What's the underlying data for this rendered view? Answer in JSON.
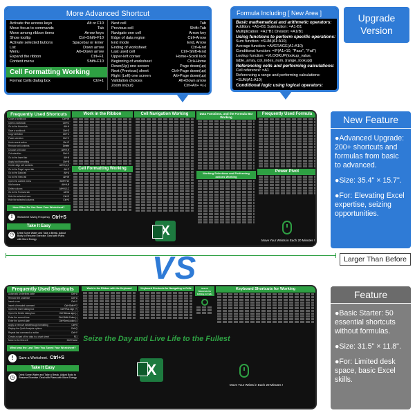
{
  "callout_left": {
    "title": "More Advanced Shortcut",
    "rows": [
      [
        "Activate the access keys",
        "Alt or F10"
      ],
      [
        "Move focus to commands",
        "Tab"
      ],
      [
        "Move among ribbon items",
        "Arrow keys"
      ],
      [
        "Show tooltip",
        "Ctrl+Shift+F10"
      ],
      [
        "Activate selected buttons",
        "Spacebar or Enter"
      ],
      [
        "List",
        "Down arrow"
      ],
      [
        "Menu",
        "Alt+Down arrow"
      ],
      [
        "Expand the ribbon",
        "Ctrl+F1"
      ],
      [
        "Context menu",
        "Shift+F10"
      ]
    ],
    "section_title": "Cell Formatting Working",
    "footer_row": [
      "Format Cells dialog box",
      "Ctrl+1"
    ],
    "right_rows": [
      [
        "Next cell",
        "Tab"
      ],
      [
        "Previous cell",
        "Shift+Tab"
      ],
      [
        "Navigate one cell",
        "Arrow key"
      ],
      [
        "Edge of data region",
        "Ctrl+Arrow"
      ],
      [
        "End mode",
        "End, Arrow"
      ],
      [
        "Ending of worksheet",
        "Ctrl+End"
      ],
      [
        "Last used cell",
        "Ctrl+Shift+End"
      ],
      [
        "Upper-left corner",
        "Home+Scroll lock"
      ],
      [
        "Beginning of worksheet",
        "Ctrl+Home"
      ],
      [
        "Down(Up) one screen",
        "Page down(up)"
      ],
      [
        "Next (Previous) sheet",
        "Ctrl+Page down(up)"
      ],
      [
        "Right (Left) one screen",
        "Alt+Page down(up)"
      ],
      [
        "Validation choices",
        "Alt+Down arrow"
      ],
      [
        "Zoom in(out)",
        "Ctrl+Alt+ =(-)"
      ]
    ]
  },
  "callout_right": {
    "title": "Formula Including [ New Area ]",
    "lines": [
      {
        "t": "Basic mathematical and arithmetic operators:",
        "b": true
      },
      {
        "t": "Addition: =A1+B1        Subtraction: =A1-B1",
        "b": false
      },
      {
        "t": "Multiplication: =A1*B1        Division: =A1/B1",
        "b": false
      },
      {
        "t": "Using functions to perform specific operations:",
        "b": true
      },
      {
        "t": "Sum function: =SUM(A1:A10)",
        "b": false
      },
      {
        "t": "Average function: =AVERAGE(A1:A10)",
        "b": false
      },
      {
        "t": "Conditional function: =IF(A1>10, \"Pass\", \"Fail\")",
        "b": false
      },
      {
        "t": "Lookup function: =VLOOKUP(lookup_value,",
        "b": false
      },
      {
        "t": "table_array, col_index_num, [range_lookup])",
        "b": false
      },
      {
        "t": "Referencing cells and performing calculations:",
        "b": true
      },
      {
        "t": "Cell reference: =A1",
        "b": false
      },
      {
        "t": "Referencing a range and performing calculations:",
        "b": false
      },
      {
        "t": "=SUM(A1:A10)",
        "b": false
      },
      {
        "t": "Conditional logic using logical operators:",
        "b": true
      }
    ]
  },
  "upgrade_badge": {
    "line1": "Upgrade",
    "line2": "Version"
  },
  "pad_top": {
    "headers": [
      "Frequently Used Shortcuts",
      "Work in the Ribbon",
      "Cell Navigation Working",
      "Data Functions, and the Formula Bar Working",
      "Frequently Used Formula"
    ],
    "sub_headers": [
      "Cell Formatting Working",
      "Working Selections and Performing actions Working",
      "Power Pivot"
    ],
    "left_rows": [
      [
        "Close a workbook",
        "Ctrl+W"
      ],
      [
        "Open a workbook",
        "Ctrl+O"
      ],
      [
        "Go to the Home tab",
        "Alt+H"
      ],
      [
        "Save a workbook",
        "Ctrl+S"
      ],
      [
        "Copy selection",
        "Ctrl+C"
      ],
      [
        "Paste selection",
        "Ctrl+V"
      ],
      [
        "Undo recent action",
        "Ctrl+Z"
      ],
      [
        "Remove cell contents",
        "Delete"
      ],
      [
        "Choose a fill color",
        "Alt+H,H"
      ],
      [
        "Cut selection",
        "Ctrl+X"
      ],
      [
        "Go to the Insert tab",
        "Alt+N"
      ],
      [
        "Apply bold formatting",
        "Ctrl+B"
      ],
      [
        "Center align cell contents",
        "Alt+H,A,C"
      ],
      [
        "Go to the Page Layout tab",
        "Alt+P"
      ],
      [
        "Go to the Data tab",
        "Alt+A"
      ],
      [
        "Go to the View tab",
        "Alt+W"
      ],
      [
        "Open the context menu",
        "Shift+F10"
      ],
      [
        "Add borders",
        "Alt+H,B"
      ],
      [
        "Delete column",
        "Alt+H,D,C"
      ],
      [
        "Go to the Formula tab",
        "Alt+M"
      ],
      [
        "Hide the selected rows",
        "Ctrl+9"
      ],
      [
        "Hide the selected columns",
        "Ctrl+0"
      ]
    ],
    "worksheet_label": "How Often Do You Save Your Worksheet?",
    "save_text": "Worksheet Saving Frequency",
    "save_key": "Ctrl+S",
    "take_it_easy": "Take It Easy",
    "take_text": "Drink Some Water and Take a Break. Adjust Body to Resume Exercise. Deal with Plans with More Energy",
    "stretch_note": "Move Your Wrists in Each 20 Minutes !"
  },
  "ruler_label": "Larger Than Before",
  "vs_text": "VS",
  "pad_bottom": {
    "headers": [
      "Frequently Used Shortcuts",
      "Work in the Ribbon with the Keyboard",
      "Keyboard Shortcuts for Navigating in Cells",
      "Search Shortcuts for Editing in Cells",
      "Keyboard Shortcuts for Working"
    ],
    "left_rows": [
      [
        "Automatic Underlines table",
        "Ctrl+U"
      ],
      [
        "Remove the underline",
        "Ctrl+U"
      ],
      [
        "Insert a row",
        "Ctrl+Y"
      ],
      [
        "Insert a threaded comment",
        "Ctrl+Shift+F2"
      ],
      [
        "Open the Insert dialog box",
        "Ctrl+Plus sign (+)"
      ],
      [
        "Open the Delete dialog box",
        "Ctrl+Minus sign (-)"
      ],
      [
        "Enter the current time",
        "Ctrl+Shift+Colon (:)"
      ],
      [
        "Enter the current date",
        "Ctrl+Semi-colon (;)"
      ],
      [
        "Apply or remove strikethrough formatting",
        "Ctrl+5"
      ],
      [
        "Display the Quick Analysis options",
        "Ctrl+Q"
      ],
      [
        "Repeat last command or action",
        "Ctrl+Y"
      ],
      [
        "Create a chart of the data in a chart sheet",
        "F11"
      ],
      [
        "Move to the first cell",
        "Ctrl+Home"
      ]
    ],
    "slogan": "Seize the Day and Live Life to the Fullest",
    "worksheet_label": "What was the Last Time You Saved Your Worksheet?",
    "save_text": "Save a Worksheet.",
    "save_key": "Ctrl+S",
    "take_it_easy": "Take It Easy",
    "take_text": "Drink Some Water and Take a Break. Adjust Body to Resume Exercise. Deal with Plans with More Energy",
    "stretch_note": "Move Your Wrists in Each 20 Minutes !"
  },
  "new_feature": {
    "title": "New Feature",
    "items": [
      "●Advanced Upgrade: 200+ shortcuts and formulas from basic to advanced.",
      "●Size: 35.4\" × 15.7\".",
      "●For: Elevating Excel expertise, seizing opportunities."
    ]
  },
  "feature": {
    "title": "Feature",
    "items": [
      "●Basic Starter: 50 essential shortcuts without formulas.",
      "●Size: 31.5\" × 11.8\".",
      "●For: Limited desk space, basic Excel skills."
    ]
  },
  "colors": {
    "accent": "#2f7bd6",
    "green": "#2ea043",
    "pad": "#111111",
    "gray": "#7f7f7f"
  },
  "icons": [
    "excel-logo-icon",
    "mouse-icon",
    "search-icon"
  ]
}
